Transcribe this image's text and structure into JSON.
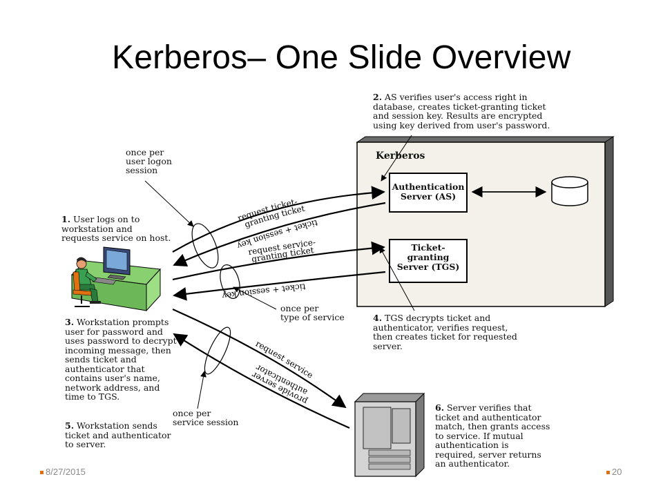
{
  "title": "Kerberos– One Slide Overview",
  "kerberos_box": {
    "label": "Kerberos",
    "as_label": "Authentication\nServer (AS)",
    "tgs_label": "Ticket-\ngranting\nServer (TGS)"
  },
  "steps": {
    "s1_num": "1.",
    "s1": " User logs on to\nworkstation and\nrequests service on host.",
    "s2_num": "2.",
    "s2": " AS verifies user's access right in\ndatabase, creates ticket-granting ticket\nand session key. Results are encrypted\nusing key derived from user's password.",
    "s3_num": "3.",
    "s3": " Workstation prompts\nuser for password and\nuses password to decrypt\nincoming message, then\nsends ticket and\nauthenticator that\ncontains user's name,\nnetwork address, and\ntime to TGS.",
    "s4_num": "4.",
    "s4": " TGS decrypts ticket and\nauthenticator, verifies request,\nthen creates ticket for requested\nserver.",
    "s5_num": "5.",
    "s5": " Workstation sends\nticket and authenticator\nto server.",
    "s6_num": "6.",
    "s6": " Server verifies that\nticket and authenticator\nmatch, then grants access\nto service. If mutual\nauthentication is\nrequired, server returns\nan authenticator."
  },
  "annotations": {
    "once_logon": "once per\nuser logon\nsession",
    "once_service_type": "once per\ntype of service",
    "once_service_session": "once per\nservice session"
  },
  "arrows": {
    "request_tgt": [
      "request ticket-",
      "granting ticket"
    ],
    "ticket_key_1": [
      "ticket + session key"
    ],
    "request_sgt": [
      "request service-",
      "granting ticket"
    ],
    "ticket_key_2": [
      "ticket + session key"
    ],
    "request_service": [
      "request service"
    ],
    "provide_auth": [
      "provide server",
      "authenticator"
    ]
  },
  "footer": {
    "date": "8/27/2015",
    "page": "20"
  },
  "colors": {
    "workstation_desk": "#88d070",
    "person_body": "#38a050",
    "bullet": "#e07010",
    "server_body": "#d4d4d4"
  }
}
